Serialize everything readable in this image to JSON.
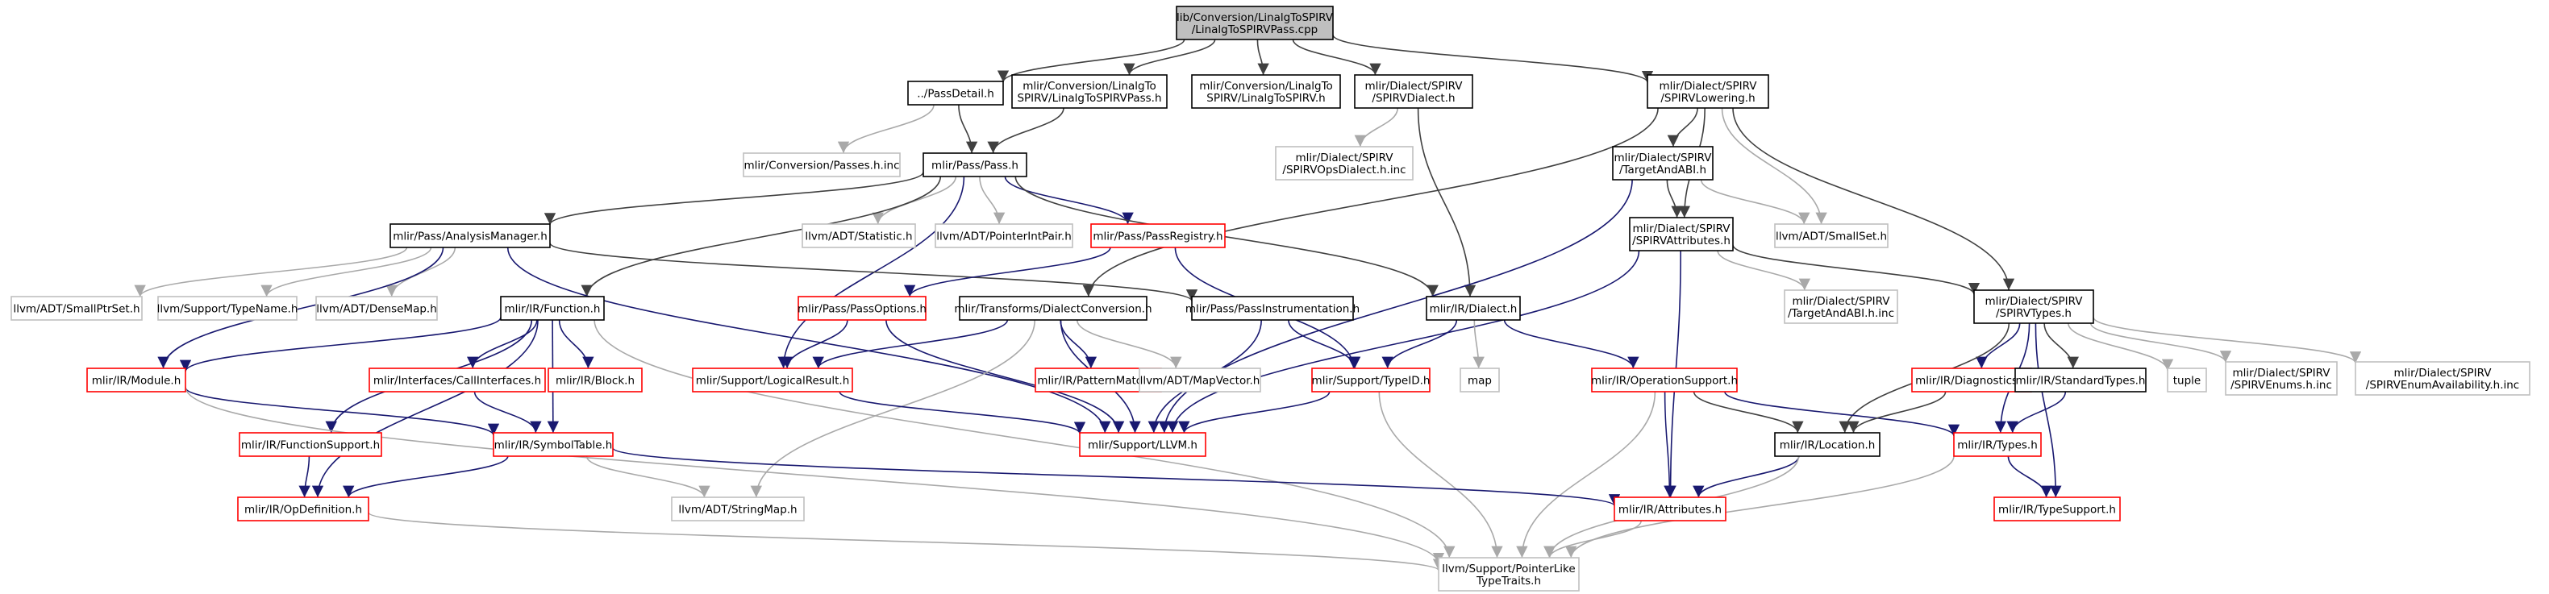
{
  "colors": {
    "root_fill": "#bfbfbf",
    "border_default": "#000000",
    "border_red": "#ff0000",
    "border_gray": "#bfbfbf",
    "text": "#000000",
    "edge_navy": "#191970",
    "edge_gray": "#a9a9a9",
    "edge_dark": "#404040"
  },
  "nodes": [
    {
      "id": "root",
      "lines": [
        "lib/Conversion/LinalgToSPIRV",
        "/LinalgToSPIRVPass.cpp"
      ],
      "style": "root"
    },
    {
      "id": "passdetail",
      "lines": [
        "../PassDetail.h"
      ],
      "style": "black"
    },
    {
      "id": "linalgspirvpass",
      "lines": [
        "mlir/Conversion/LinalgTo",
        "SPIRV/LinalgToSPIRVPass.h"
      ],
      "style": "black"
    },
    {
      "id": "linalgspirv",
      "lines": [
        "mlir/Conversion/LinalgTo",
        "SPIRV/LinalgToSPIRV.h"
      ],
      "style": "black"
    },
    {
      "id": "spirvdialect",
      "lines": [
        "mlir/Dialect/SPIRV",
        "/SPIRVDialect.h"
      ],
      "style": "black"
    },
    {
      "id": "spirvlowering",
      "lines": [
        "mlir/Dialect/SPIRV",
        "/SPIRVLowering.h"
      ],
      "style": "black"
    },
    {
      "id": "passesinc",
      "lines": [
        "mlir/Conversion/Passes.h.inc"
      ],
      "style": "gray"
    },
    {
      "id": "pass",
      "lines": [
        "mlir/Pass/Pass.h"
      ],
      "style": "black"
    },
    {
      "id": "spirvopsdialect",
      "lines": [
        "mlir/Dialect/SPIRV",
        "/SPIRVOpsDialect.h.inc"
      ],
      "style": "gray"
    },
    {
      "id": "targetandabi",
      "lines": [
        "mlir/Dialect/SPIRV",
        "/TargetAndABI.h"
      ],
      "style": "black"
    },
    {
      "id": "analysismgr",
      "lines": [
        "mlir/Pass/AnalysisManager.h"
      ],
      "style": "black"
    },
    {
      "id": "statistic",
      "lines": [
        "llvm/ADT/Statistic.h"
      ],
      "style": "gray"
    },
    {
      "id": "pointerintpair",
      "lines": [
        "llvm/ADT/PointerIntPair.h"
      ],
      "style": "gray"
    },
    {
      "id": "passregistry",
      "lines": [
        "mlir/Pass/PassRegistry.h"
      ],
      "style": "red"
    },
    {
      "id": "spirvattributes",
      "lines": [
        "mlir/Dialect/SPIRV",
        "/SPIRVAttributes.h"
      ],
      "style": "black"
    },
    {
      "id": "smallset",
      "lines": [
        "llvm/ADT/SmallSet.h"
      ],
      "style": "gray"
    },
    {
      "id": "smallptrset",
      "lines": [
        "llvm/ADT/SmallPtrSet.h"
      ],
      "style": "gray"
    },
    {
      "id": "typename",
      "lines": [
        "llvm/Support/TypeName.h"
      ],
      "style": "gray"
    },
    {
      "id": "densemap",
      "lines": [
        "llvm/ADT/DenseMap.h"
      ],
      "style": "gray"
    },
    {
      "id": "function",
      "lines": [
        "mlir/IR/Function.h"
      ],
      "style": "black"
    },
    {
      "id": "passoptions",
      "lines": [
        "mlir/Pass/PassOptions.h"
      ],
      "style": "red"
    },
    {
      "id": "dialectconversion",
      "lines": [
        "mlir/Transforms/DialectConversion.h"
      ],
      "style": "black"
    },
    {
      "id": "passinstrumentation",
      "lines": [
        "mlir/Pass/PassInstrumentation.h"
      ],
      "style": "black"
    },
    {
      "id": "dialect",
      "lines": [
        "mlir/IR/Dialect.h"
      ],
      "style": "black"
    },
    {
      "id": "targetabiinc",
      "lines": [
        "mlir/Dialect/SPIRV",
        "/TargetAndABI.h.inc"
      ],
      "style": "gray"
    },
    {
      "id": "spirvtypes",
      "lines": [
        "mlir/Dialect/SPIRV",
        "/SPIRVTypes.h"
      ],
      "style": "black"
    },
    {
      "id": "module",
      "lines": [
        "mlir/IR/Module.h"
      ],
      "style": "red"
    },
    {
      "id": "callinterfaces",
      "lines": [
        "mlir/Interfaces/CallInterfaces.h"
      ],
      "style": "red"
    },
    {
      "id": "block",
      "lines": [
        "mlir/IR/Block.h"
      ],
      "style": "red"
    },
    {
      "id": "logicalresult",
      "lines": [
        "mlir/Support/LogicalResult.h"
      ],
      "style": "red"
    },
    {
      "id": "patternmatch",
      "lines": [
        "mlir/IR/PatternMatch.h"
      ],
      "style": "red"
    },
    {
      "id": "mapvector",
      "lines": [
        "llvm/ADT/MapVector.h"
      ],
      "style": "gray"
    },
    {
      "id": "typeid",
      "lines": [
        "mlir/Support/TypeID.h"
      ],
      "style": "red"
    },
    {
      "id": "map",
      "lines": [
        "map"
      ],
      "style": "gray"
    },
    {
      "id": "opsupport",
      "lines": [
        "mlir/IR/OperationSupport.h"
      ],
      "style": "red"
    },
    {
      "id": "diagnostics",
      "lines": [
        "mlir/IR/Diagnostics.h"
      ],
      "style": "red"
    },
    {
      "id": "standardtypes",
      "lines": [
        "mlir/IR/StandardTypes.h"
      ],
      "style": "black"
    },
    {
      "id": "tuple",
      "lines": [
        "tuple"
      ],
      "style": "gray"
    },
    {
      "id": "spirvenums",
      "lines": [
        "mlir/Dialect/SPIRV",
        "/SPIRVEnums.h.inc"
      ],
      "style": "gray"
    },
    {
      "id": "spirvenumavail",
      "lines": [
        "mlir/Dialect/SPIRV",
        "/SPIRVEnumAvailability.h.inc"
      ],
      "style": "gray"
    },
    {
      "id": "functionsupport",
      "lines": [
        "mlir/IR/FunctionSupport.h"
      ],
      "style": "red"
    },
    {
      "id": "symboltable",
      "lines": [
        "mlir/IR/SymbolTable.h"
      ],
      "style": "red"
    },
    {
      "id": "llvm",
      "lines": [
        "mlir/Support/LLVM.h"
      ],
      "style": "red"
    },
    {
      "id": "location",
      "lines": [
        "mlir/IR/Location.h"
      ],
      "style": "black"
    },
    {
      "id": "types",
      "lines": [
        "mlir/IR/Types.h"
      ],
      "style": "red"
    },
    {
      "id": "opdefinition",
      "lines": [
        "mlir/IR/OpDefinition.h"
      ],
      "style": "red"
    },
    {
      "id": "stringmap",
      "lines": [
        "llvm/ADT/StringMap.h"
      ],
      "style": "gray"
    },
    {
      "id": "attributes",
      "lines": [
        "mlir/IR/Attributes.h"
      ],
      "style": "red"
    },
    {
      "id": "typesupport",
      "lines": [
        "mlir/IR/TypeSupport.h"
      ],
      "style": "red"
    },
    {
      "id": "pointerlike",
      "lines": [
        "llvm/Support/PointerLike",
        "TypeTraits.h"
      ],
      "style": "gray"
    }
  ],
  "edges": [
    [
      "root",
      "passdetail"
    ],
    [
      "root",
      "linalgspirvpass"
    ],
    [
      "root",
      "linalgspirv"
    ],
    [
      "root",
      "spirvdialect"
    ],
    [
      "root",
      "spirvlowering"
    ],
    [
      "passdetail",
      "passesinc"
    ],
    [
      "passdetail",
      "pass"
    ],
    [
      "linalgspirvpass",
      "pass"
    ],
    [
      "spirvdialect",
      "spirvopsdialect"
    ],
    [
      "spirvdialect",
      "dialect"
    ],
    [
      "spirvlowering",
      "targetandabi"
    ],
    [
      "spirvlowering",
      "spirvattributes"
    ],
    [
      "spirvlowering",
      "smallset"
    ],
    [
      "spirvlowering",
      "spirvtypes"
    ],
    [
      "spirvlowering",
      "dialectconversion"
    ],
    [
      "pass",
      "analysismgr"
    ],
    [
      "pass",
      "statistic"
    ],
    [
      "pass",
      "pointerintpair"
    ],
    [
      "pass",
      "passregistry"
    ],
    [
      "pass",
      "function"
    ],
    [
      "pass",
      "dialect"
    ],
    [
      "pass",
      "logicalresult"
    ],
    [
      "targetandabi",
      "spirvattributes"
    ],
    [
      "targetandabi",
      "smallset"
    ],
    [
      "targetandabi",
      "llvm"
    ],
    [
      "analysismgr",
      "smallptrset"
    ],
    [
      "analysismgr",
      "typename"
    ],
    [
      "analysismgr",
      "densemap"
    ],
    [
      "analysismgr",
      "passinstrumentation"
    ],
    [
      "analysismgr",
      "module"
    ],
    [
      "analysismgr",
      "llvm"
    ],
    [
      "passregistry",
      "passoptions"
    ],
    [
      "passregistry",
      "typeid"
    ],
    [
      "spirvattributes",
      "targetabiinc"
    ],
    [
      "spirvattributes",
      "spirvtypes"
    ],
    [
      "spirvattributes",
      "attributes"
    ],
    [
      "spirvattributes",
      "llvm"
    ],
    [
      "function",
      "module"
    ],
    [
      "function",
      "callinterfaces"
    ],
    [
      "function",
      "block"
    ],
    [
      "function",
      "symboltable"
    ],
    [
      "function",
      "functionsupport"
    ],
    [
      "function",
      "opdefinition"
    ],
    [
      "function",
      "pointerlike"
    ],
    [
      "passoptions",
      "logicalresult"
    ],
    [
      "passoptions",
      "llvm"
    ],
    [
      "dialectconversion",
      "logicalresult"
    ],
    [
      "dialectconversion",
      "patternmatch"
    ],
    [
      "dialectconversion",
      "mapvector"
    ],
    [
      "dialectconversion",
      "stringmap"
    ],
    [
      "dialectconversion",
      "llvm"
    ],
    [
      "passinstrumentation",
      "typeid"
    ],
    [
      "passinstrumentation",
      "llvm"
    ],
    [
      "dialect",
      "typeid"
    ],
    [
      "dialect",
      "map"
    ],
    [
      "dialect",
      "opsupport"
    ],
    [
      "spirvtypes",
      "diagnostics"
    ],
    [
      "spirvtypes",
      "standardtypes"
    ],
    [
      "spirvtypes",
      "tuple"
    ],
    [
      "spirvtypes",
      "spirvenums"
    ],
    [
      "spirvtypes",
      "spirvenumavail"
    ],
    [
      "spirvtypes",
      "types"
    ],
    [
      "spirvtypes",
      "location"
    ],
    [
      "spirvtypes",
      "typesupport"
    ],
    [
      "module",
      "symboltable"
    ],
    [
      "module",
      "pointerlike"
    ],
    [
      "callinterfaces",
      "symboltable"
    ],
    [
      "typeid",
      "llvm"
    ],
    [
      "typeid",
      "pointerlike"
    ],
    [
      "opsupport",
      "location"
    ],
    [
      "opsupport",
      "types"
    ],
    [
      "opsupport",
      "attributes"
    ],
    [
      "opsupport",
      "pointerlike"
    ],
    [
      "diagnostics",
      "location"
    ],
    [
      "standardtypes",
      "types"
    ],
    [
      "functionsupport",
      "opdefinition"
    ],
    [
      "symboltable",
      "opdefinition"
    ],
    [
      "symboltable",
      "stringmap"
    ],
    [
      "symboltable",
      "attributes"
    ],
    [
      "logicalresult",
      "llvm"
    ],
    [
      "location",
      "attributes"
    ],
    [
      "location",
      "pointerlike"
    ],
    [
      "types",
      "typesupport"
    ],
    [
      "types",
      "pointerlike"
    ],
    [
      "opdefinition",
      "pointerlike"
    ],
    [
      "attributes",
      "pointerlike"
    ]
  ]
}
